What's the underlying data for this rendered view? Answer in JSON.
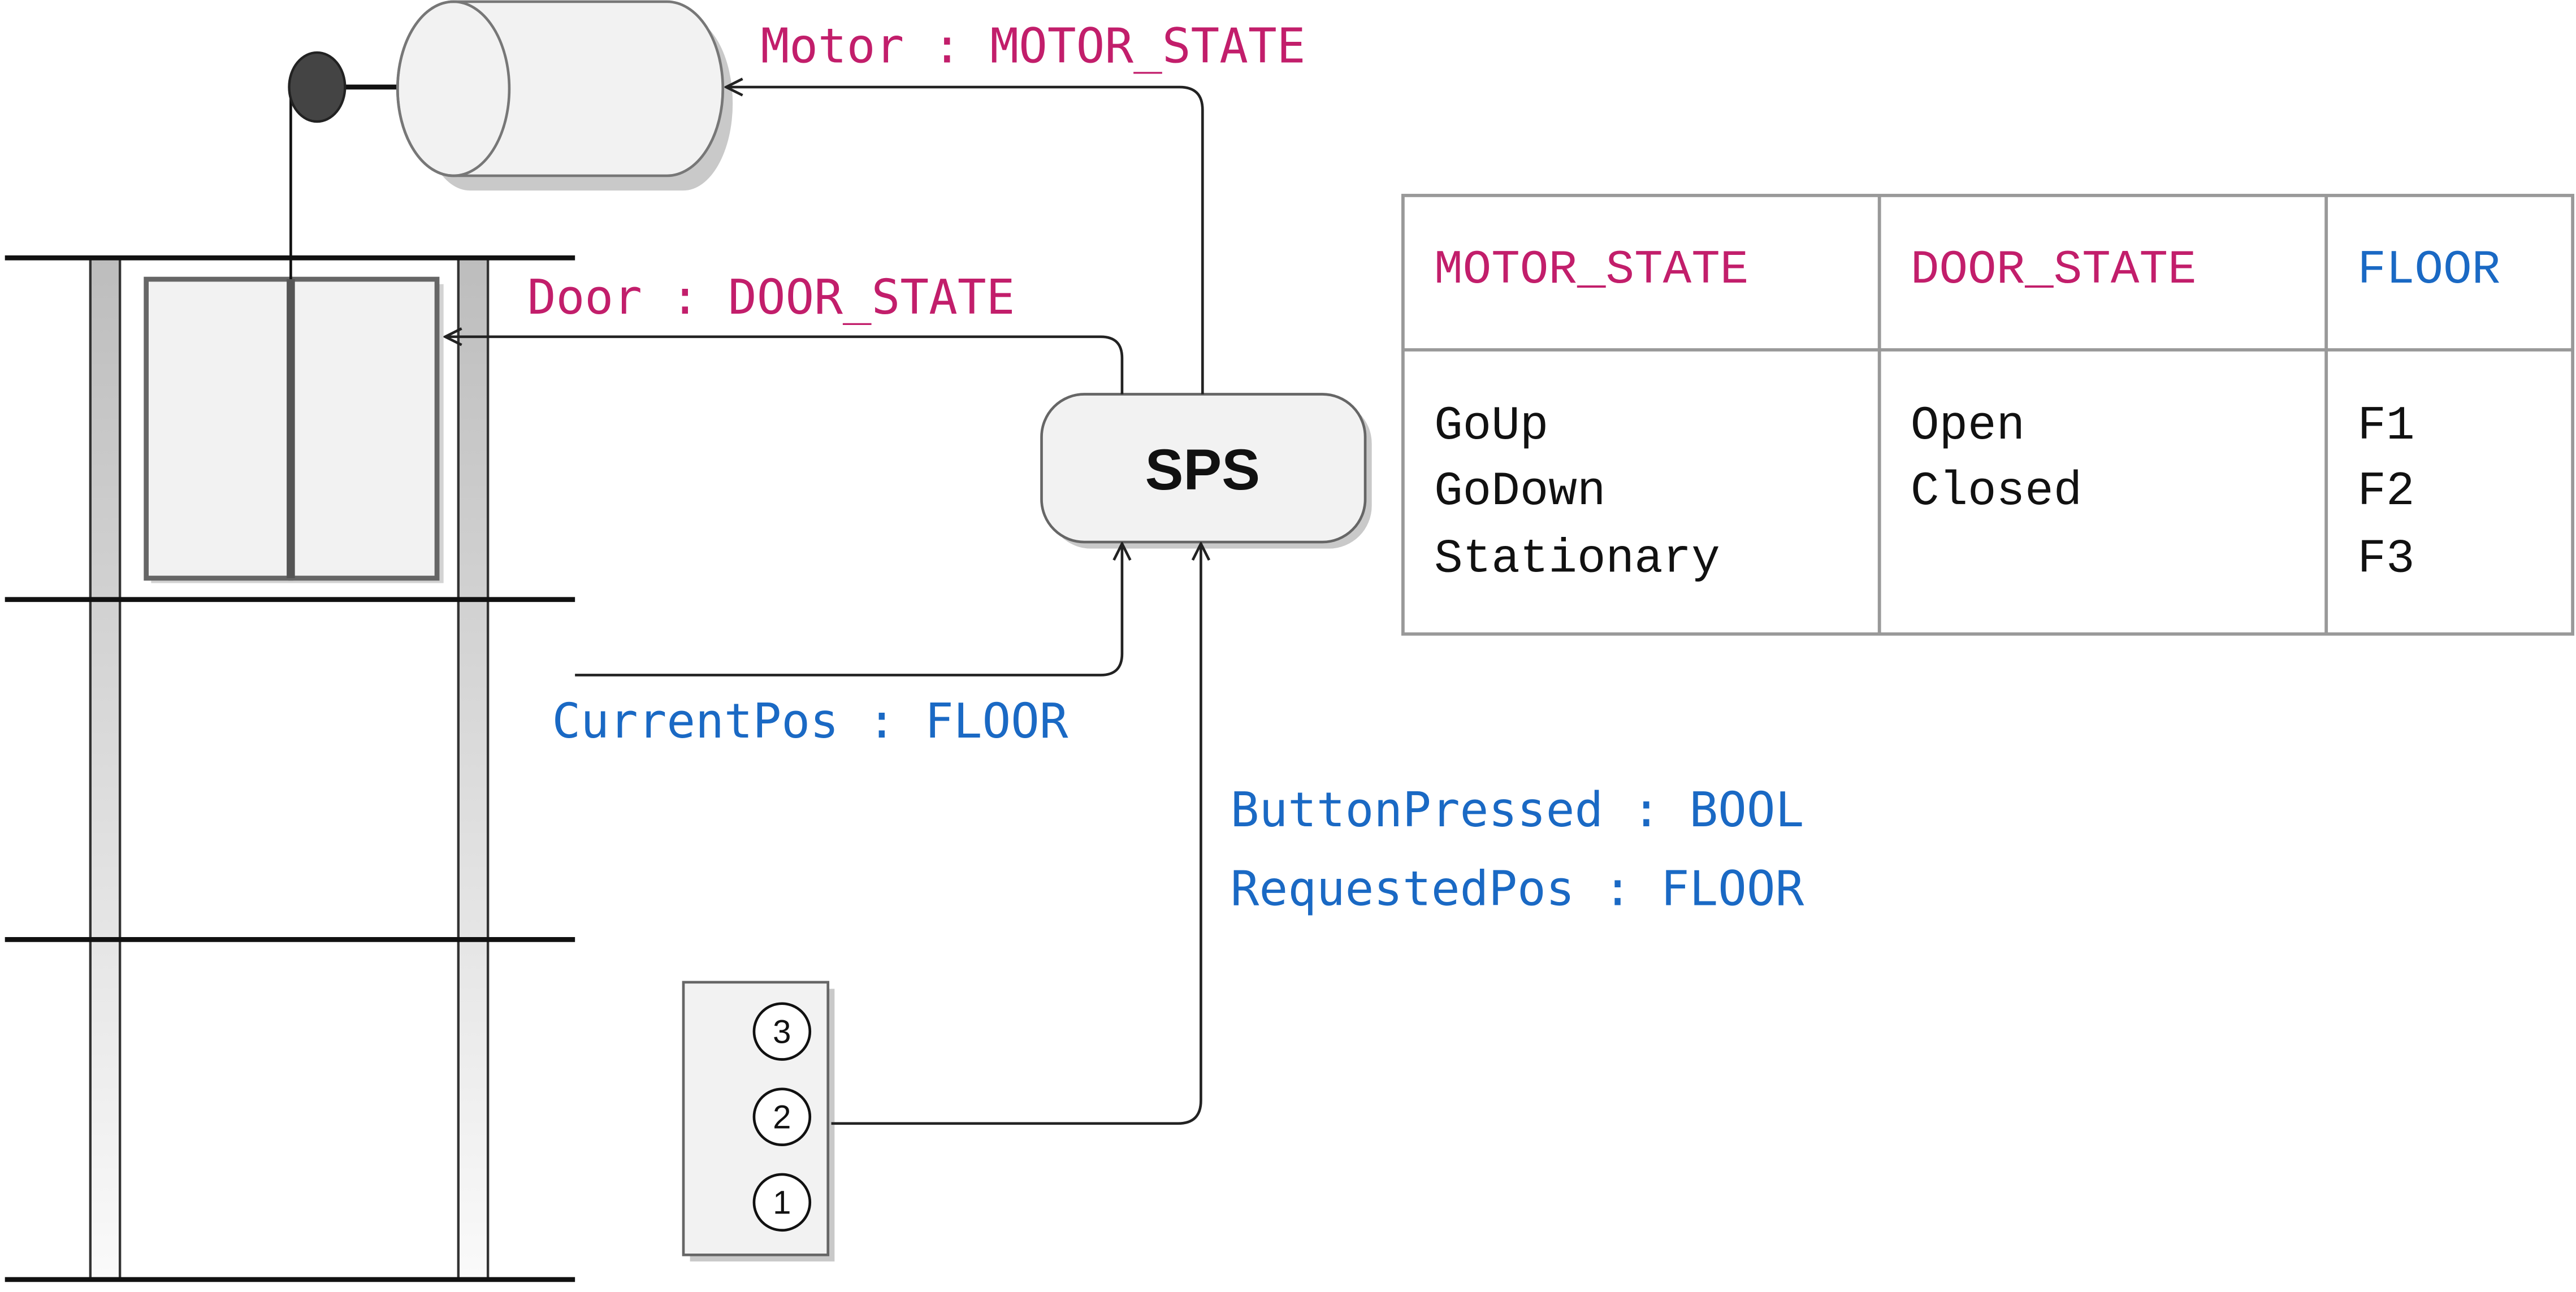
{
  "labels": {
    "motor": "Motor : MOTOR_STATE",
    "door": "Door : DOOR_STATE",
    "sps": "SPS",
    "current_pos": "CurrentPos : FLOOR",
    "button_pressed": "ButtonPressed : BOOL",
    "requested_pos": "RequestedPos : FLOOR"
  },
  "panel_buttons": [
    "3",
    "2",
    "1"
  ],
  "table": {
    "headers": [
      "MOTOR_STATE",
      "DOOR_STATE",
      "FLOOR"
    ],
    "columns": [
      [
        "GoUp",
        "GoDown",
        "Stationary"
      ],
      [
        "Open",
        "Closed"
      ],
      [
        "F1",
        "F2",
        "F3"
      ]
    ]
  },
  "colors": {
    "pink_text": "#c21e6b",
    "blue_text": "#1a69c4",
    "box_fill": "#f2f2f2",
    "stroke": "#333333"
  }
}
